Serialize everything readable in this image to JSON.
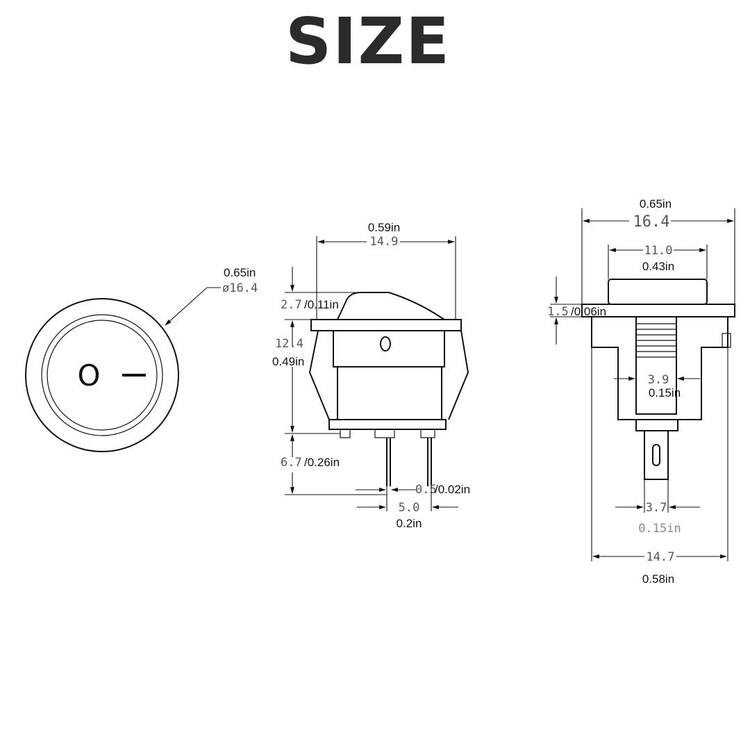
{
  "title": "SIZE",
  "colors": {
    "title": "#2b2b2b",
    "lines": "#111111",
    "metric_text": "#555555",
    "background": "#ffffff"
  },
  "front_view": {
    "marks": {
      "off": "O",
      "on": "I"
    },
    "diameter_in": "0.65in",
    "diameter_mm": "ø16.4"
  },
  "side_view": {
    "width_in": "0.59in",
    "width_mm": "14.9",
    "rocker_height_mm": "2.7",
    "rocker_height_in": "/0.11in",
    "body_height_mm": "12.4",
    "body_height_in": "0.49in",
    "terminal_length_mm": "6.7",
    "terminal_length_in": "/0.26in",
    "terminal_thickness_mm": "0.5",
    "terminal_thickness_in": "/0.02in",
    "terminal_pitch_mm": "5.0",
    "terminal_pitch_in": "0.2in"
  },
  "end_view": {
    "width_in": "0.65in",
    "width_mm": "16.4",
    "rocker_width_mm": "11.0",
    "rocker_width_in": "0.43in",
    "flange_mm": "1.5",
    "flange_in": "/0.06in",
    "neck_width_mm": "3.9",
    "neck_width_in": "0.15in",
    "terminal_width_mm": "3.7",
    "terminal_width_in": "0.15in",
    "body_width_mm": "14.7",
    "body_width_in": "0.58in"
  }
}
